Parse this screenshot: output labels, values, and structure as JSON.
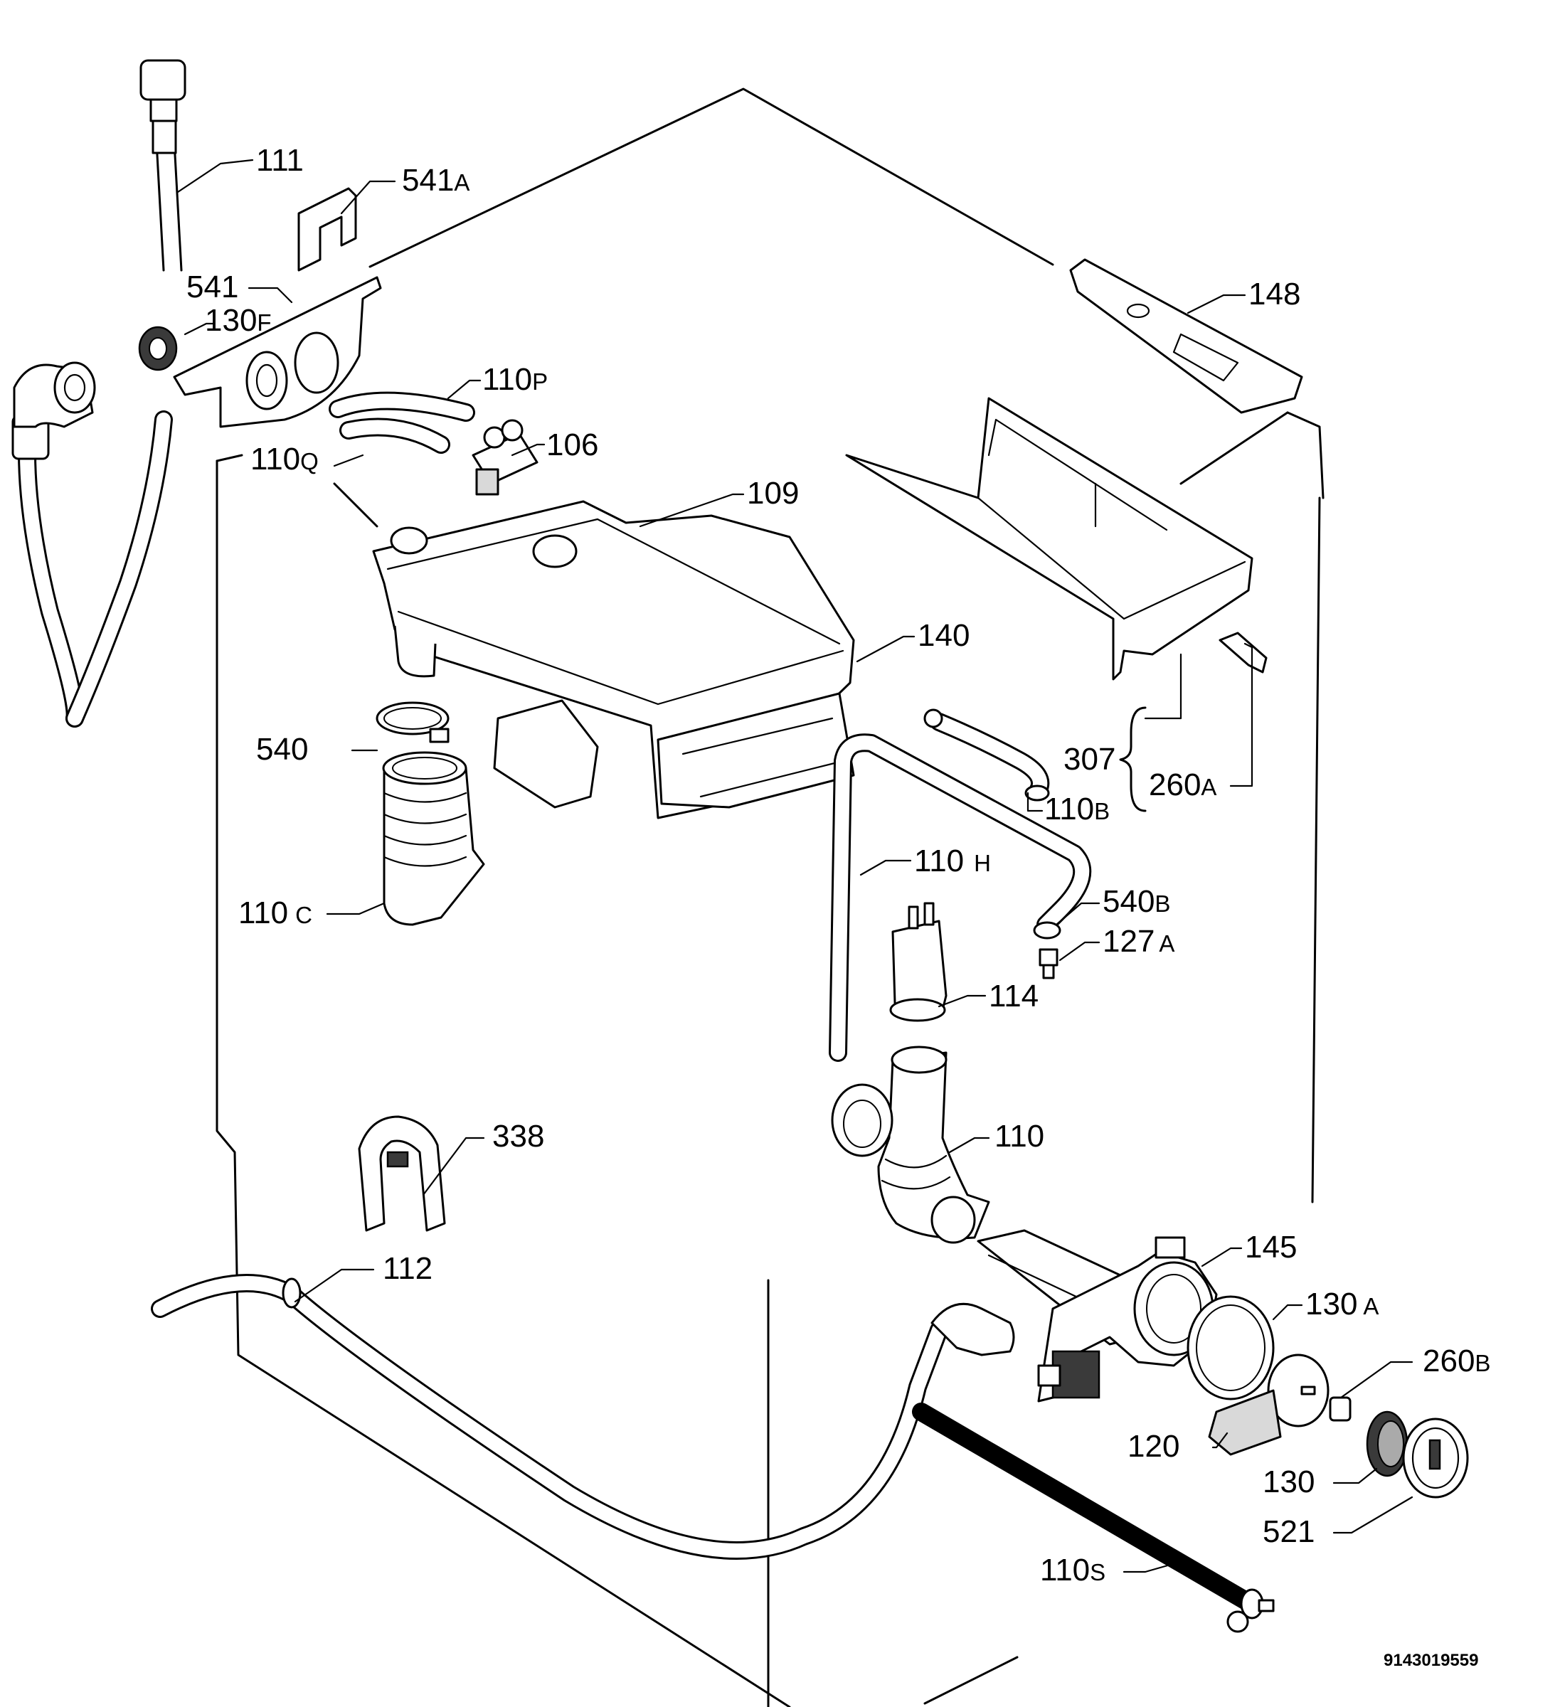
{
  "document_number": "9143019559",
  "callouts": [
    {
      "id": "111",
      "num": "111",
      "suffix": ""
    },
    {
      "id": "541a",
      "num": "541",
      "suffix": "A"
    },
    {
      "id": "541",
      "num": "541",
      "suffix": ""
    },
    {
      "id": "130f",
      "num": "130",
      "suffix": "F"
    },
    {
      "id": "110p",
      "num": "110",
      "suffix": "P"
    },
    {
      "id": "110q",
      "num": "110",
      "suffix": "Q"
    },
    {
      "id": "106",
      "num": "106",
      "suffix": ""
    },
    {
      "id": "109",
      "num": "109",
      "suffix": ""
    },
    {
      "id": "148",
      "num": "148",
      "suffix": ""
    },
    {
      "id": "140",
      "num": "140",
      "suffix": ""
    },
    {
      "id": "540",
      "num": "540",
      "suffix": ""
    },
    {
      "id": "307",
      "num": "307",
      "suffix": ""
    },
    {
      "id": "260a",
      "num": "260",
      "suffix": "A"
    },
    {
      "id": "110b",
      "num": "110",
      "suffix": "B"
    },
    {
      "id": "110h",
      "num": "110",
      "suffix": "H"
    },
    {
      "id": "110c",
      "num": "110",
      "suffix": "C"
    },
    {
      "id": "540b",
      "num": "540",
      "suffix": "B"
    },
    {
      "id": "127a",
      "num": "127",
      "suffix": "A"
    },
    {
      "id": "114",
      "num": "114",
      "suffix": ""
    },
    {
      "id": "338",
      "num": "338",
      "suffix": ""
    },
    {
      "id": "110",
      "num": "110",
      "suffix": ""
    },
    {
      "id": "112",
      "num": "112",
      "suffix": ""
    },
    {
      "id": "145",
      "num": "145",
      "suffix": ""
    },
    {
      "id": "130a",
      "num": "130",
      "suffix": "A"
    },
    {
      "id": "260b",
      "num": "260",
      "suffix": "B"
    },
    {
      "id": "120",
      "num": "120",
      "suffix": ""
    },
    {
      "id": "130",
      "num": "130",
      "suffix": ""
    },
    {
      "id": "521",
      "num": "521",
      "suffix": ""
    },
    {
      "id": "110s",
      "num": "110",
      "suffix": "S"
    }
  ]
}
